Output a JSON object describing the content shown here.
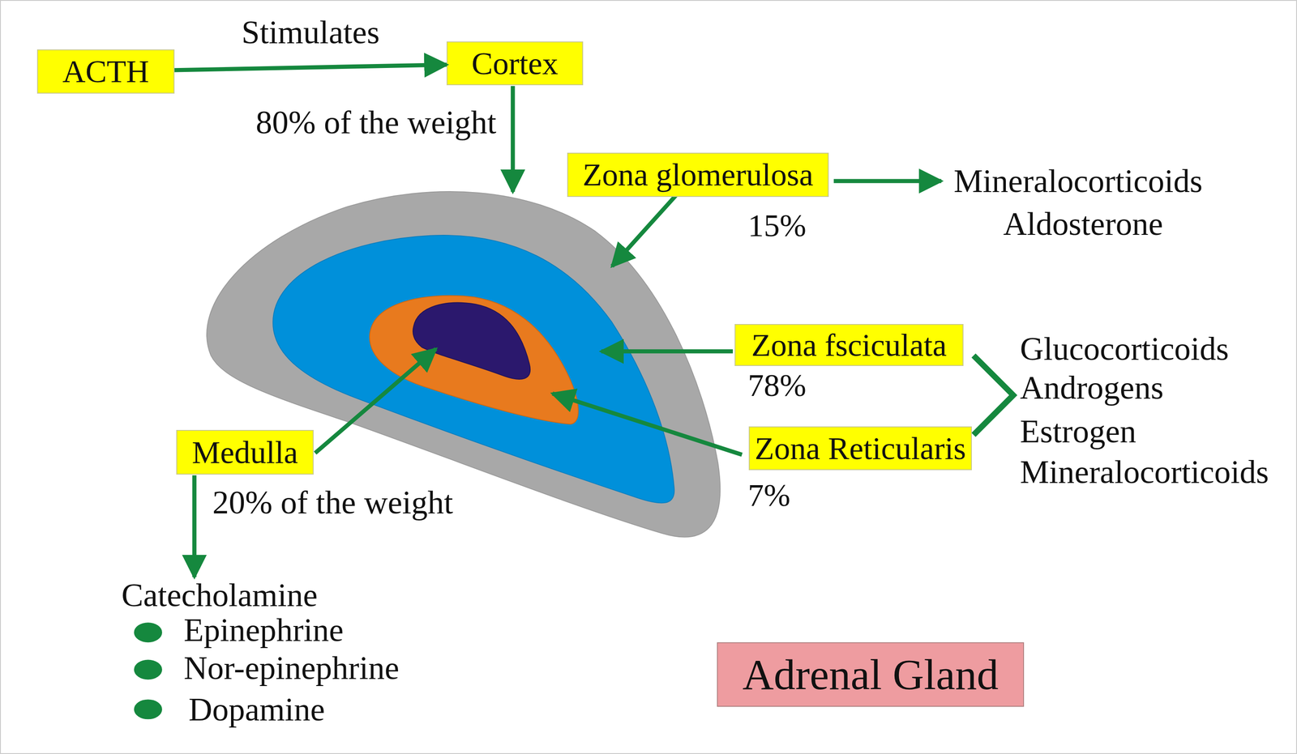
{
  "diagram": {
    "title": "Adrenal Gland",
    "nodes": [
      {
        "text": [
          "ACTH"
        ]
      },
      {
        "text": [
          "Cortex"
        ]
      },
      {
        "text": [
          "Zona glomerulosa",
          "15%"
        ]
      },
      {
        "text": [
          "Zona fsciculata",
          "78%"
        ]
      },
      {
        "text": [
          "Medulla"
        ]
      },
      {
        "text": [
          "Zona Reticularis",
          "7%"
        ]
      }
    ],
    "edges": [
      {
        "from": 0,
        "to": 1,
        "label": "Stimulates",
        "arrow": "to"
      }
    ],
    "labels": [
      "80% of the weight",
      "Mineralocorticoids",
      "Aldosterone",
      "Glucocorticoids",
      "Androgens",
      "Estrogen",
      "Mineralocorticoids",
      "20% of the weight",
      "Catecholamine",
      "Epinephrine",
      "Nor-epinephrine",
      "Dopamine"
    ]
  }
}
